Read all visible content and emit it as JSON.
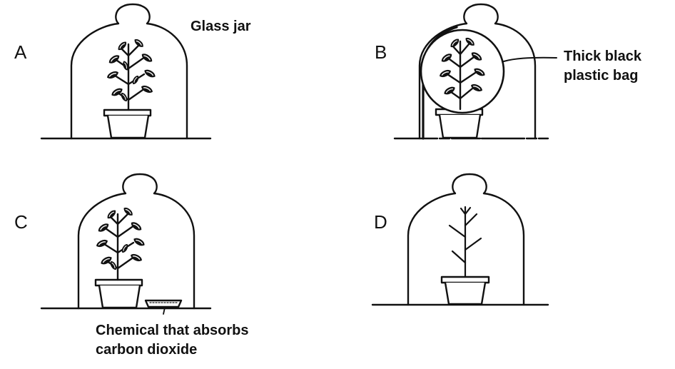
{
  "panels": {
    "a": {
      "label": "A",
      "annotation": "Glass jar"
    },
    "b": {
      "label": "B",
      "annotation_lines": [
        "Thick black",
        "plastic bag"
      ]
    },
    "c": {
      "label": "C",
      "annotation_lines": [
        "Chemical that absorbs",
        "carbon dioxide"
      ]
    },
    "d": {
      "label": "D"
    }
  },
  "colors": {
    "ink": "#111111",
    "background": "#ffffff"
  }
}
